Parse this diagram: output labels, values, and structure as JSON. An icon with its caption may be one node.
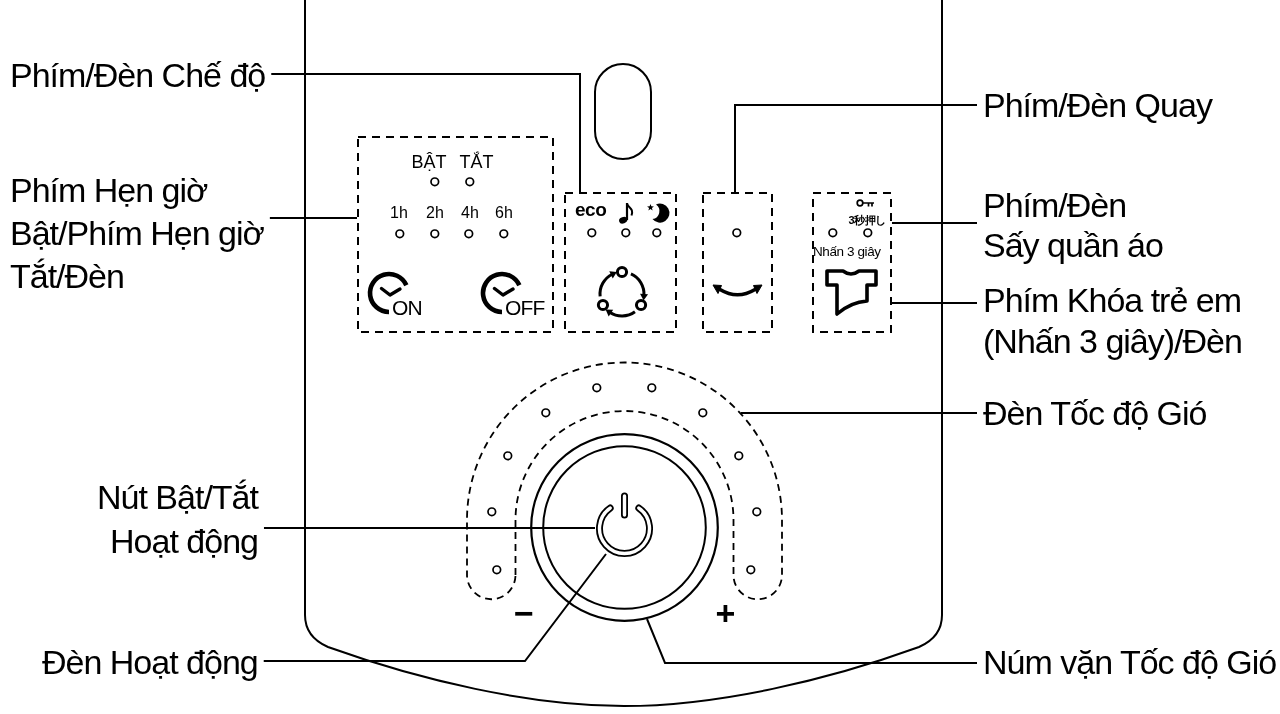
{
  "diagram": {
    "nodes": [
      {
        "text": [
          "Phím/Đèn Chế độ"
        ]
      },
      {
        "text": [],
        "shape": "oval"
      },
      {
        "text": [
          "Phím/Đèn Quay"
        ]
      },
      {
        "text": [
          "BẬT",
          "TẮT",
          "1h",
          "2h",
          "4h",
          "6h",
          "ON",
          "OFF"
        ]
      },
      {
        "text": [
          "Phím Hẹn giờ Bật/Phím Hẹn giờ Tắt/Đèn"
        ]
      },
      {
        "text": [
          "eco"
        ]
      },
      {
        "text": [],
        "shape": "box"
      },
      {
        "text": [
          "3秒押し",
          "Nhấn 3 giây"
        ]
      },
      {
        "text": [
          "Phím/Đèn Sấy quần áo"
        ]
      },
      {
        "text": [
          "Phím Khóa trẻ em (Nhấn 3 giây)/Đèn"
        ]
      },
      {
        "text": [],
        "shape": "arc"
      },
      {
        "text": [
          "Đèn Tốc độ Gió"
        ]
      },
      {
        "text": [
          "Nút Bật/Tắt Hoạt động"
        ]
      },
      {
        "text": [],
        "shape": "circle"
      },
      {
        "text": [],
        "shape": "picture",
        "in": 13
      },
      {
        "text": [
          "Đèn Hoạt động"
        ]
      },
      {
        "text": [
          "Núm vặn Tốc độ Gió"
        ]
      }
    ],
    "edges": [
      {
        "from": 0,
        "to": 5,
        "arrow": "none"
      },
      {
        "from": 2,
        "to": 6,
        "arrow": "none"
      },
      {
        "from": 4,
        "to": 3,
        "arrow": "none"
      },
      {
        "from": 8,
        "to": 7,
        "arrow": "none"
      },
      {
        "from": 9,
        "to": 7,
        "arrow": "none"
      },
      {
        "from": 11,
        "to": 10,
        "arrow": "none"
      },
      {
        "from": 12,
        "to": 14,
        "arrow": "none"
      },
      {
        "from": 15,
        "to": 14,
        "arrow": "none"
      },
      {
        "from": 16,
        "to": 13,
        "arrow": "none"
      }
    ],
    "labels": [
      "−",
      "+"
    ]
  }
}
